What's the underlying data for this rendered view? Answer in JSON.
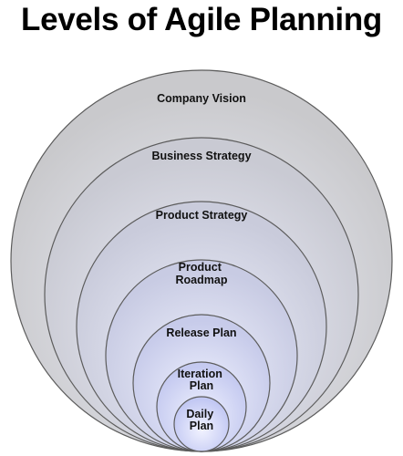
{
  "title": "Levels of Agile Planning",
  "levels": [
    {
      "lines": [
        "Company Vision"
      ]
    },
    {
      "lines": [
        "Business Strategy"
      ]
    },
    {
      "lines": [
        "Product Strategy"
      ]
    },
    {
      "lines": [
        "Product",
        "Roadmap"
      ]
    },
    {
      "lines": [
        "Release Plan"
      ]
    },
    {
      "lines": [
        "Iteration",
        "Plan"
      ]
    },
    {
      "lines": [
        "Daily",
        "Plan"
      ]
    }
  ],
  "colors": {
    "outer": "#c6c6c6",
    "inner": "#c4c8f2",
    "stroke": "#5c5c5c",
    "text": "#111111"
  }
}
